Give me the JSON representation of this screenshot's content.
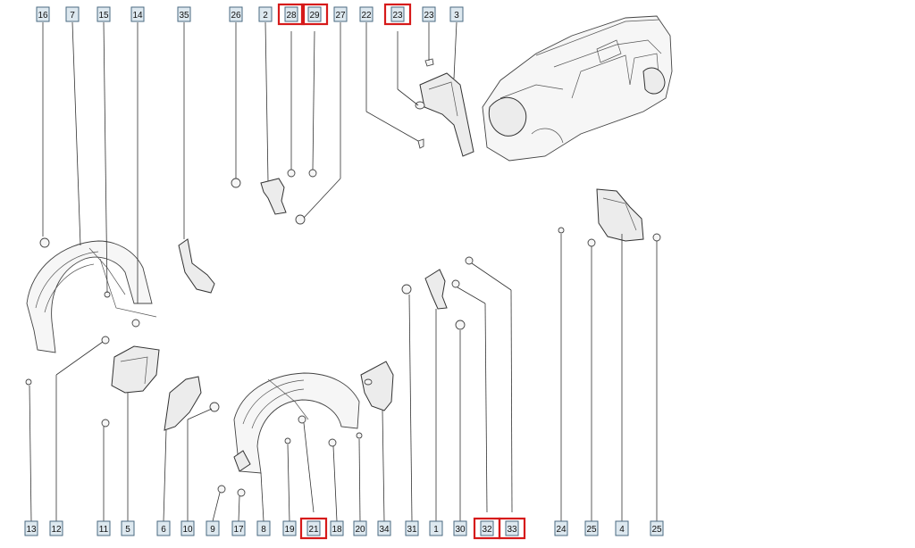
{
  "colors": {
    "highlight": "#d61a1a",
    "label_fill": "#dde8ef",
    "label_stroke": "#4a6a80"
  },
  "labels_top": [
    "16",
    "7",
    "15",
    "14",
    "35",
    "26",
    "2",
    "28",
    "29",
    "27",
    "22",
    "23",
    "23",
    "3"
  ],
  "labels_bottom": [
    "13",
    "12",
    "11",
    "5",
    "6",
    "10",
    "9",
    "17",
    "8",
    "19",
    "21",
    "18",
    "20",
    "34",
    "31",
    "1",
    "30",
    "32",
    "33",
    "24",
    "25",
    "4",
    "25"
  ],
  "highlighted": [
    "28",
    "29",
    "23",
    "21",
    "32",
    "33"
  ]
}
